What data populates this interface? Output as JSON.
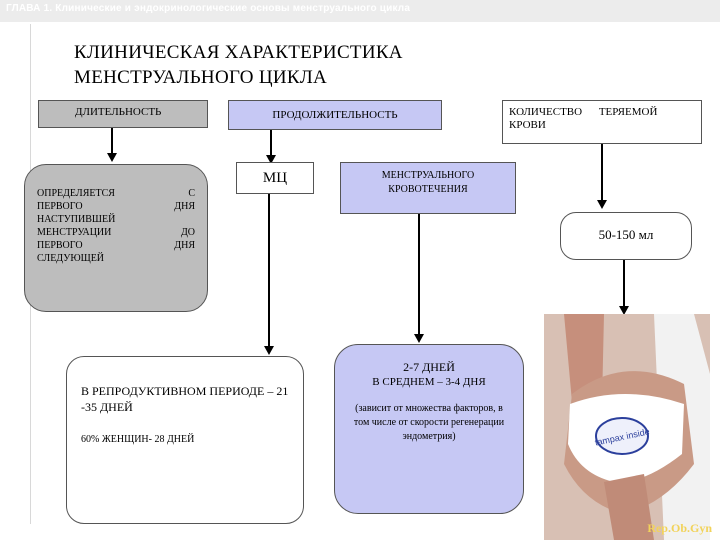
{
  "header_strip": "ГЛАВА 1. Клинические и эндокринологические основы менструального цикла",
  "title_line1": "КЛИНИЧЕСКАЯ ХАРАКТЕРИСТИКА",
  "title_line2": "МЕНСТРУАЛЬНОГО ЦИКЛА",
  "boxes": {
    "dlitelnost": "ДЛИТЕЛЬНОСТЬ",
    "prodolzhitelnost": "ПРОДОЛЖИТЕЛЬНОСТЬ",
    "kolichestvo": "КОЛИЧЕСТВО ТЕРЯЕМОЙ КРОВИ",
    "mc": "МЦ",
    "menstr_krovotechenia": "МЕНСТРУАЛЬНОГО КРОВОТЕЧЕНИЯ",
    "blood_amount": "50-150 мл",
    "defined_left_1": "ОПРЕДЕЛЯЕТСЯ",
    "defined_left_2": "ПЕРВОГО",
    "defined_left_3": "НАСТУПИВШЕЙ",
    "defined_left_4": "МЕНСТРУАЦИИ",
    "defined_left_5": "ПЕРВОГО",
    "defined_left_6": "СЛЕДУЮЩЕЙ",
    "defined_right_1": "С",
    "defined_right_2": "ДНЯ",
    "defined_right_3": "ДО",
    "defined_right_4": "ДНЯ",
    "repro_line1": "В РЕПРОДУКТИВНОМ ПЕРИОДЕ – 21",
    "repro_line2": "-35 ДНЕЙ",
    "repro_line3": "60% ЖЕНЩИН- 28 ДНЕЙ",
    "days_line1": "2-7 ДНЕЙ",
    "days_line2": "В СРЕДНЕМ – 3-4 ДНЯ",
    "days_note": "(зависит от множества факторов, в том числе от скорости регенерации эндометрия)"
  },
  "photo_label": "tampax inside",
  "watermark": "Rep.Ob.Gyn"
}
